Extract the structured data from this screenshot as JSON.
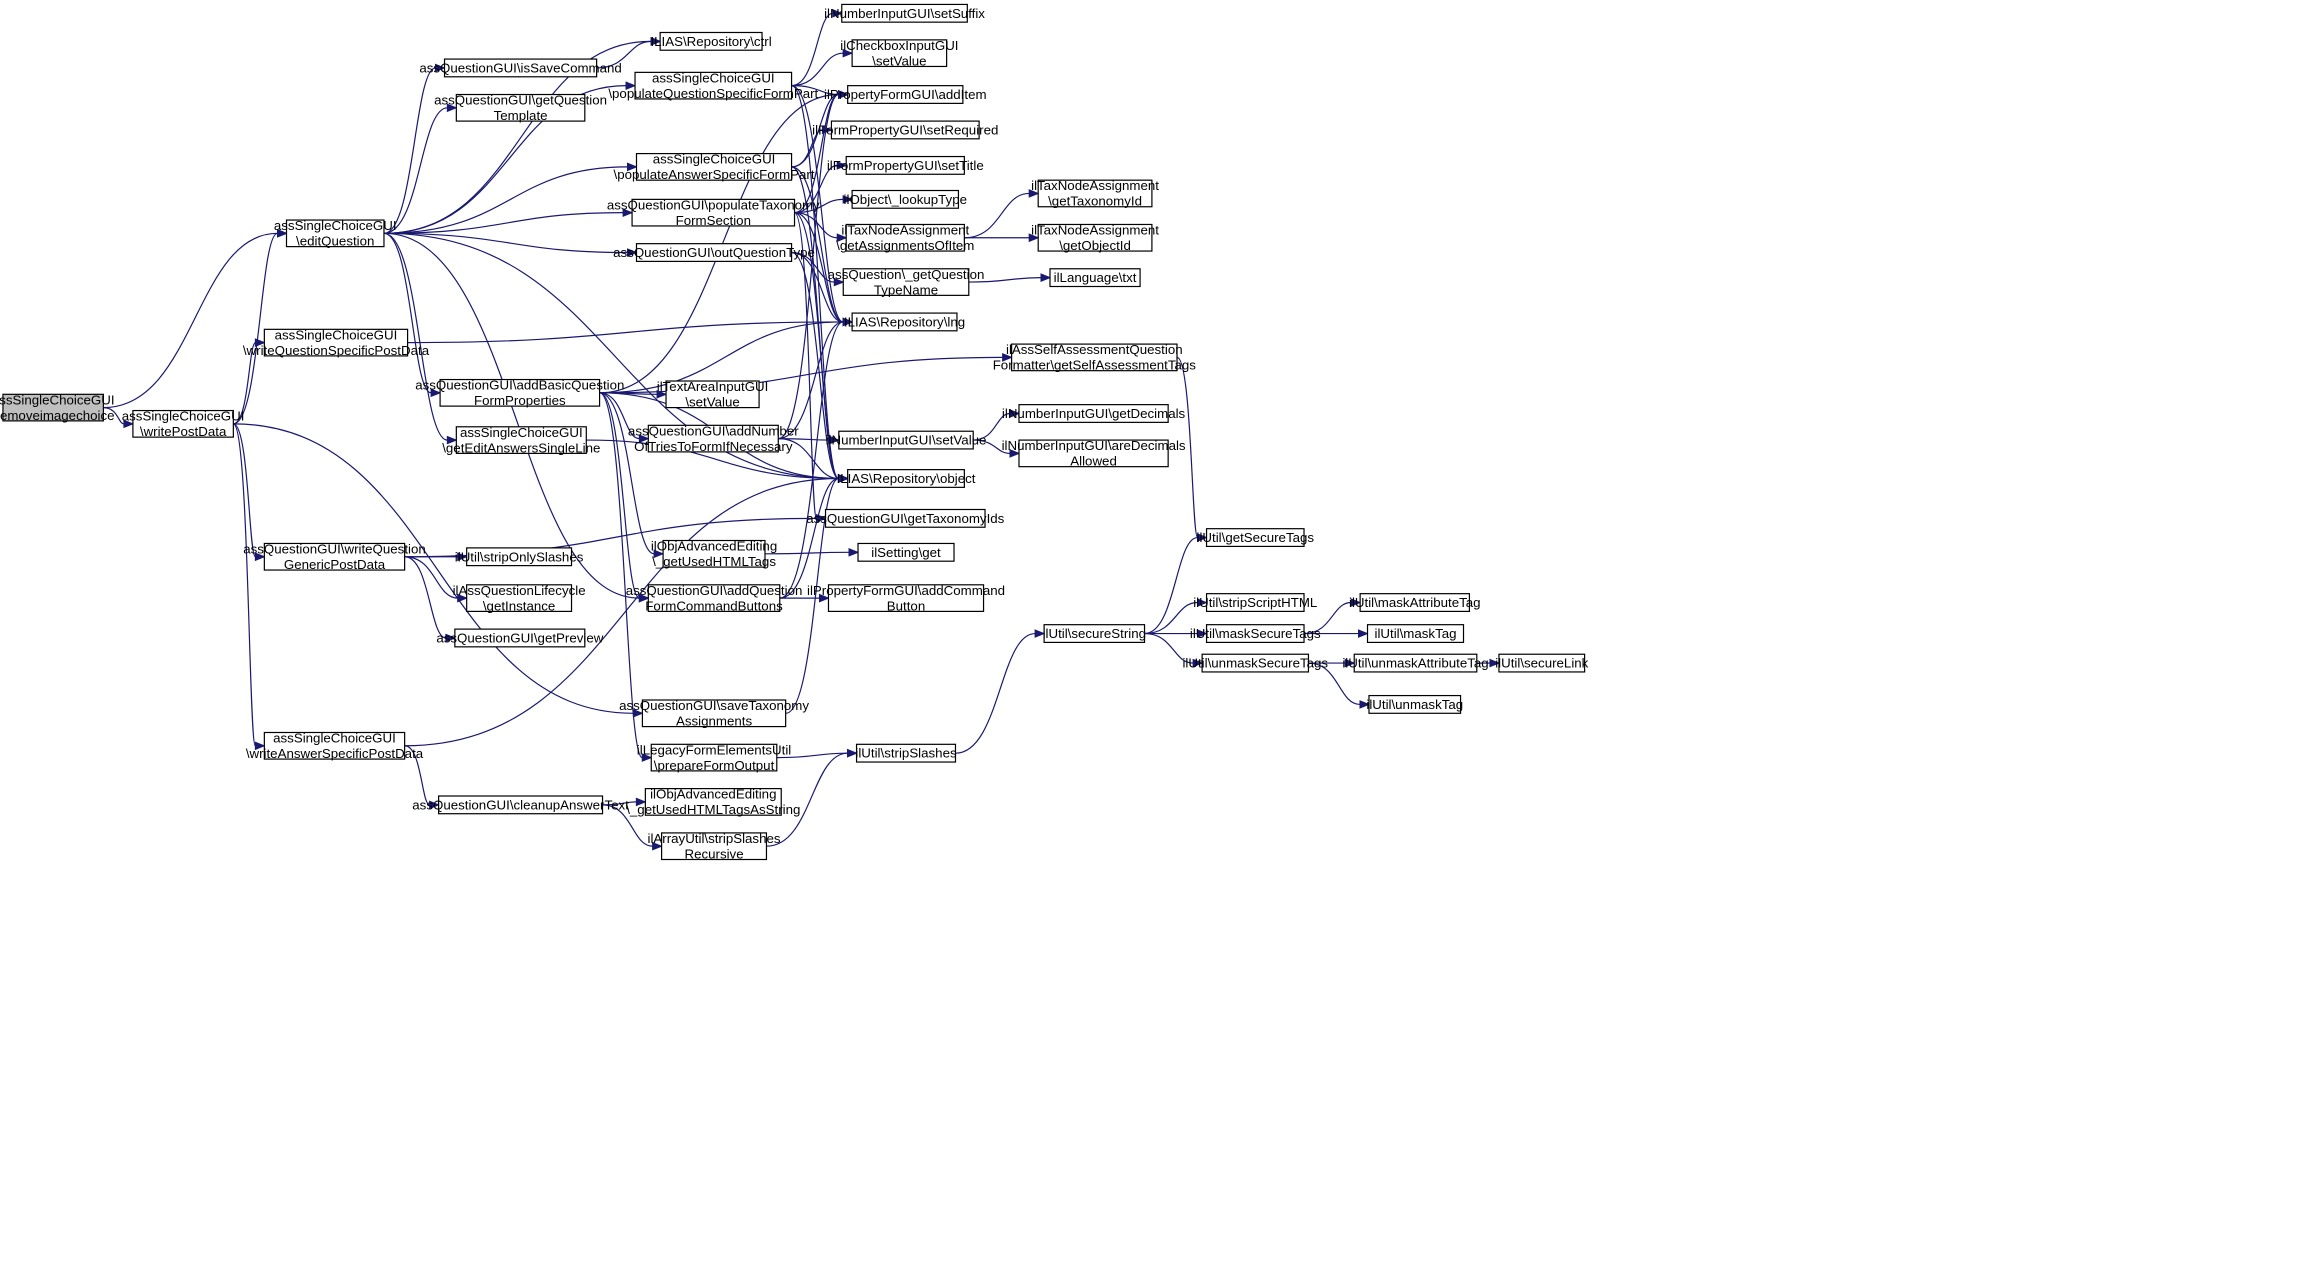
{
  "graph": {
    "edge_color": "#191970",
    "root_fill": "#bfbfbf",
    "node_fill": "#ffffff",
    "nodes": [
      {
        "id": "removeimagechoice",
        "lines": [
          "assSingleChoiceGUI",
          "\\removeimagechoice"
        ],
        "root": true
      },
      {
        "id": "writePostData",
        "lines": [
          "assSingleChoiceGUI",
          "\\writePostData"
        ]
      },
      {
        "id": "editQuestion",
        "lines": [
          "assSingleChoiceGUI",
          "\\editQuestion"
        ]
      },
      {
        "id": "ctrl",
        "lines": [
          "ILIAS\\Repository\\ctrl"
        ]
      },
      {
        "id": "isSaveCommand",
        "lines": [
          "assQuestionGUI\\isSaveCommand"
        ]
      },
      {
        "id": "getQuestionTemplate",
        "lines": [
          "assQuestionGUI\\getQuestion",
          "Template"
        ]
      },
      {
        "id": "writeQuestionSpecificPostData",
        "lines": [
          "assSingleChoiceGUI",
          "\\writeQuestionSpecificPostData"
        ]
      },
      {
        "id": "writeQuestionGenericPostData",
        "lines": [
          "assQuestionGUI\\writeQuestion",
          "GenericPostData"
        ]
      },
      {
        "id": "writeAnswerSpecificPostData",
        "lines": [
          "assSingleChoiceGUI",
          "\\writeAnswerSpecificPostData"
        ]
      },
      {
        "id": "addBasicQuestionFormProperties",
        "lines": [
          "assQuestionGUI\\addBasicQuestion",
          "FormProperties"
        ]
      },
      {
        "id": "getEditAnswersSingleLine",
        "lines": [
          "assSingleChoiceGUI",
          "\\getEditAnswersSingleLine"
        ]
      },
      {
        "id": "stripOnlySlashes",
        "lines": [
          "ilUtil\\stripOnlySlashes"
        ]
      },
      {
        "id": "assQuestionLifecycleGetInstance",
        "lines": [
          "ilAssQuestionLifecycle",
          "\\getInstance"
        ]
      },
      {
        "id": "getPreview",
        "lines": [
          "assQuestionGUI\\getPreview"
        ]
      },
      {
        "id": "cleanupAnswerText",
        "lines": [
          "assQuestionGUI\\cleanupAnswerText"
        ]
      },
      {
        "id": "populateQuestionSpecificFormPart",
        "lines": [
          "assSingleChoiceGUI",
          "\\populateQuestionSpecificFormPart"
        ]
      },
      {
        "id": "populateAnswerSpecificFormPart",
        "lines": [
          "assSingleChoiceGUI",
          "\\populateAnswerSpecificFormPart"
        ]
      },
      {
        "id": "populateTaxonomyFormSection",
        "lines": [
          "assQuestionGUI\\populateTaxonomy",
          "FormSection"
        ]
      },
      {
        "id": "outQuestionType",
        "lines": [
          "assQuestionGUI\\outQuestionType"
        ]
      },
      {
        "id": "textAreaSetValue",
        "lines": [
          "ilTextAreaInputGUI",
          "\\setValue"
        ]
      },
      {
        "id": "addNumberOfTries",
        "lines": [
          "assQuestionGUI\\addNumber",
          "OfTriesToFormIfNecessary"
        ]
      },
      {
        "id": "getUsedHTMLTags",
        "lines": [
          "ilObjAdvancedEditing",
          "\\_getUsedHTMLTags"
        ]
      },
      {
        "id": "addQuestionFormCommandButtons",
        "lines": [
          "assQuestionGUI\\addQuestion",
          "FormCommandButtons"
        ]
      },
      {
        "id": "saveTaxonomyAssignments",
        "lines": [
          "assQuestionGUI\\saveTaxonomy",
          "Assignments"
        ]
      },
      {
        "id": "prepareFormOutput",
        "lines": [
          "ilLegacyFormElementsUtil",
          "\\prepareFormOutput"
        ]
      },
      {
        "id": "getUsedHTMLTagsAsString",
        "lines": [
          "ilObjAdvancedEditing",
          "\\_getUsedHTMLTagsAsString"
        ]
      },
      {
        "id": "stripSlashesRecursive",
        "lines": [
          "ilArrayUtil\\stripSlashes",
          "Recursive"
        ]
      },
      {
        "id": "setSuffix",
        "lines": [
          "ilNumberInputGUI\\setSuffix"
        ]
      },
      {
        "id": "checkboxSetValue",
        "lines": [
          "ilCheckboxInputGUI",
          "\\setValue"
        ]
      },
      {
        "id": "addItem",
        "lines": [
          "ilPropertyFormGUI\\addItem"
        ]
      },
      {
        "id": "setRequired",
        "lines": [
          "ilFormPropertyGUI\\setRequired"
        ]
      },
      {
        "id": "setTitle",
        "lines": [
          "ilFormPropertyGUI\\setTitle"
        ]
      },
      {
        "id": "lookupType",
        "lines": [
          "ilObject\\_lookupType"
        ]
      },
      {
        "id": "getAssignmentsOfItem",
        "lines": [
          "ilTaxNodeAssignment",
          "\\getAssignmentsOfItem"
        ]
      },
      {
        "id": "getQuestionTypeName",
        "lines": [
          "assQuestion\\_getQuestion",
          "TypeName"
        ]
      },
      {
        "id": "lng",
        "lines": [
          "ILIAS\\Repository\\lng"
        ]
      },
      {
        "id": "numberSetValue",
        "lines": [
          "ilNumberInputGUI\\setValue"
        ]
      },
      {
        "id": "object",
        "lines": [
          "ILIAS\\Repository\\object"
        ]
      },
      {
        "id": "getTaxonomyIds",
        "lines": [
          "assQuestionGUI\\getTaxonomyIds"
        ]
      },
      {
        "id": "settingGet",
        "lines": [
          "ilSetting\\get"
        ]
      },
      {
        "id": "addCommandButton",
        "lines": [
          "ilPropertyFormGUI\\addCommand",
          "Button"
        ]
      },
      {
        "id": "stripSlashes",
        "lines": [
          "ilUtil\\stripSlashes"
        ]
      },
      {
        "id": "getTaxonomyId",
        "lines": [
          "ilTaxNodeAssignment",
          "\\getTaxonomyId"
        ]
      },
      {
        "id": "getObjectId",
        "lines": [
          "ilTaxNodeAssignment",
          "\\getObjectId"
        ]
      },
      {
        "id": "languageTxt",
        "lines": [
          "ilLanguage\\txt"
        ]
      },
      {
        "id": "getSelfAssessmentTags",
        "lines": [
          "ilAssSelfAssessmentQuestion",
          "Formatter\\getSelfAssessmentTags"
        ]
      },
      {
        "id": "getDecimals",
        "lines": [
          "ilNumberInputGUI\\getDecimals"
        ]
      },
      {
        "id": "areDecimalsAllowed",
        "lines": [
          "ilNumberInputGUI\\areDecimals",
          "Allowed"
        ]
      },
      {
        "id": "secureString",
        "lines": [
          "ilUtil\\secureString"
        ]
      },
      {
        "id": "getSecureTags",
        "lines": [
          "ilUtil\\getSecureTags"
        ]
      },
      {
        "id": "stripScriptHTML",
        "lines": [
          "ilUtil\\stripScriptHTML"
        ]
      },
      {
        "id": "maskSecureTags",
        "lines": [
          "ilUtil\\maskSecureTags"
        ]
      },
      {
        "id": "unmaskSecureTags",
        "lines": [
          "ilUtil\\unmaskSecureTags"
        ]
      },
      {
        "id": "maskAttributeTag",
        "lines": [
          "ilUtil\\maskAttributeTag"
        ]
      },
      {
        "id": "maskTag",
        "lines": [
          "ilUtil\\maskTag"
        ]
      },
      {
        "id": "unmaskAttributeTag",
        "lines": [
          "ilUtil\\unmaskAttributeTag"
        ]
      },
      {
        "id": "unmaskTag",
        "lines": [
          "ilUtil\\unmaskTag"
        ]
      },
      {
        "id": "secureLink",
        "lines": [
          "ilUtil\\secureLink"
        ]
      }
    ],
    "edges": [
      [
        "removeimagechoice",
        "editQuestion"
      ],
      [
        "removeimagechoice",
        "writePostData"
      ],
      [
        "writePostData",
        "editQuestion"
      ],
      [
        "writePostData",
        "writeQuestionSpecificPostData"
      ],
      [
        "writePostData",
        "writeQuestionGenericPostData"
      ],
      [
        "writePostData",
        "writeAnswerSpecificPostData"
      ],
      [
        "writePostData",
        "saveTaxonomyAssignments"
      ],
      [
        "editQuestion",
        "ctrl"
      ],
      [
        "editQuestion",
        "isSaveCommand"
      ],
      [
        "editQuestion",
        "getQuestionTemplate"
      ],
      [
        "editQuestion",
        "populateQuestionSpecificFormPart"
      ],
      [
        "editQuestion",
        "populateAnswerSpecificFormPart"
      ],
      [
        "editQuestion",
        "populateTaxonomyFormSection"
      ],
      [
        "editQuestion",
        "outQuestionType"
      ],
      [
        "editQuestion",
        "addBasicQuestionFormProperties"
      ],
      [
        "editQuestion",
        "getEditAnswersSingleLine"
      ],
      [
        "editQuestion",
        "object"
      ],
      [
        "editQuestion",
        "addQuestionFormCommandButtons"
      ],
      [
        "isSaveCommand",
        "ctrl"
      ],
      [
        "writeQuestionSpecificPostData",
        "lng"
      ],
      [
        "writeQuestionGenericPostData",
        "stripOnlySlashes"
      ],
      [
        "writeQuestionGenericPostData",
        "assQuestionLifecycleGetInstance"
      ],
      [
        "writeQuestionGenericPostData",
        "getPreview"
      ],
      [
        "writeQuestionGenericPostData",
        "getTaxonomyIds"
      ],
      [
        "writeAnswerSpecificPostData",
        "object"
      ],
      [
        "writeAnswerSpecificPostData",
        "cleanupAnswerText"
      ],
      [
        "addBasicQuestionFormProperties",
        "addItem"
      ],
      [
        "addBasicQuestionFormProperties",
        "lng"
      ],
      [
        "addBasicQuestionFormProperties",
        "getSelfAssessmentTags"
      ],
      [
        "addBasicQuestionFormProperties",
        "textAreaSetValue"
      ],
      [
        "addBasicQuestionFormProperties",
        "addNumberOfTries"
      ],
      [
        "addBasicQuestionFormProperties",
        "getUsedHTMLTags"
      ],
      [
        "addBasicQuestionFormProperties",
        "object"
      ],
      [
        "addBasicQuestionFormProperties",
        "addQuestionFormCommandButtons"
      ],
      [
        "addBasicQuestionFormProperties",
        "prepareFormOutput"
      ],
      [
        "getEditAnswersSingleLine",
        "object"
      ],
      [
        "cleanupAnswerText",
        "getUsedHTMLTagsAsString"
      ],
      [
        "cleanupAnswerText",
        "stripSlashesRecursive"
      ],
      [
        "populateQuestionSpecificFormPart",
        "setSuffix"
      ],
      [
        "populateQuestionSpecificFormPart",
        "checkboxSetValue"
      ],
      [
        "populateQuestionSpecificFormPart",
        "addItem"
      ],
      [
        "populateQuestionSpecificFormPart",
        "lng"
      ],
      [
        "populateQuestionSpecificFormPart",
        "object"
      ],
      [
        "populateAnswerSpecificFormPart",
        "addItem"
      ],
      [
        "populateAnswerSpecificFormPart",
        "setRequired"
      ],
      [
        "populateAnswerSpecificFormPart",
        "lng"
      ],
      [
        "populateAnswerSpecificFormPart",
        "object"
      ],
      [
        "populateTaxonomyFormSection",
        "addItem"
      ],
      [
        "populateTaxonomyFormSection",
        "setTitle"
      ],
      [
        "populateTaxonomyFormSection",
        "lookupType"
      ],
      [
        "populateTaxonomyFormSection",
        "getAssignmentsOfItem"
      ],
      [
        "populateTaxonomyFormSection",
        "lng"
      ],
      [
        "populateTaxonomyFormSection",
        "object"
      ],
      [
        "populateTaxonomyFormSection",
        "getTaxonomyIds"
      ],
      [
        "outQuestionType",
        "getQuestionTypeName"
      ],
      [
        "outQuestionType",
        "lng"
      ],
      [
        "outQuestionType",
        "object"
      ],
      [
        "addNumberOfTries",
        "numberSetValue"
      ],
      [
        "addNumberOfTries",
        "addItem"
      ],
      [
        "addNumberOfTries",
        "lng"
      ],
      [
        "addNumberOfTries",
        "object"
      ],
      [
        "getUsedHTMLTags",
        "settingGet"
      ],
      [
        "addQuestionFormCommandButtons",
        "addCommandButton"
      ],
      [
        "addQuestionFormCommandButtons",
        "lng"
      ],
      [
        "addQuestionFormCommandButtons",
        "object"
      ],
      [
        "saveTaxonomyAssignments",
        "object"
      ],
      [
        "prepareFormOutput",
        "stripSlashes"
      ],
      [
        "stripSlashesRecursive",
        "stripSlashes"
      ],
      [
        "getAssignmentsOfItem",
        "getTaxonomyId"
      ],
      [
        "getAssignmentsOfItem",
        "getObjectId"
      ],
      [
        "getQuestionTypeName",
        "languageTxt"
      ],
      [
        "getSelfAssessmentTags",
        "getSecureTags"
      ],
      [
        "numberSetValue",
        "getDecimals"
      ],
      [
        "numberSetValue",
        "areDecimalsAllowed"
      ],
      [
        "stripSlashes",
        "secureString"
      ],
      [
        "secureString",
        "getSecureTags"
      ],
      [
        "secureString",
        "stripScriptHTML"
      ],
      [
        "secureString",
        "maskSecureTags"
      ],
      [
        "secureString",
        "unmaskSecureTags"
      ],
      [
        "maskSecureTags",
        "maskAttributeTag"
      ],
      [
        "maskSecureTags",
        "maskTag"
      ],
      [
        "unmaskSecureTags",
        "unmaskAttributeTag"
      ],
      [
        "unmaskSecureTags",
        "unmaskTag"
      ],
      [
        "unmaskAttributeTag",
        "secureLink"
      ]
    ]
  }
}
